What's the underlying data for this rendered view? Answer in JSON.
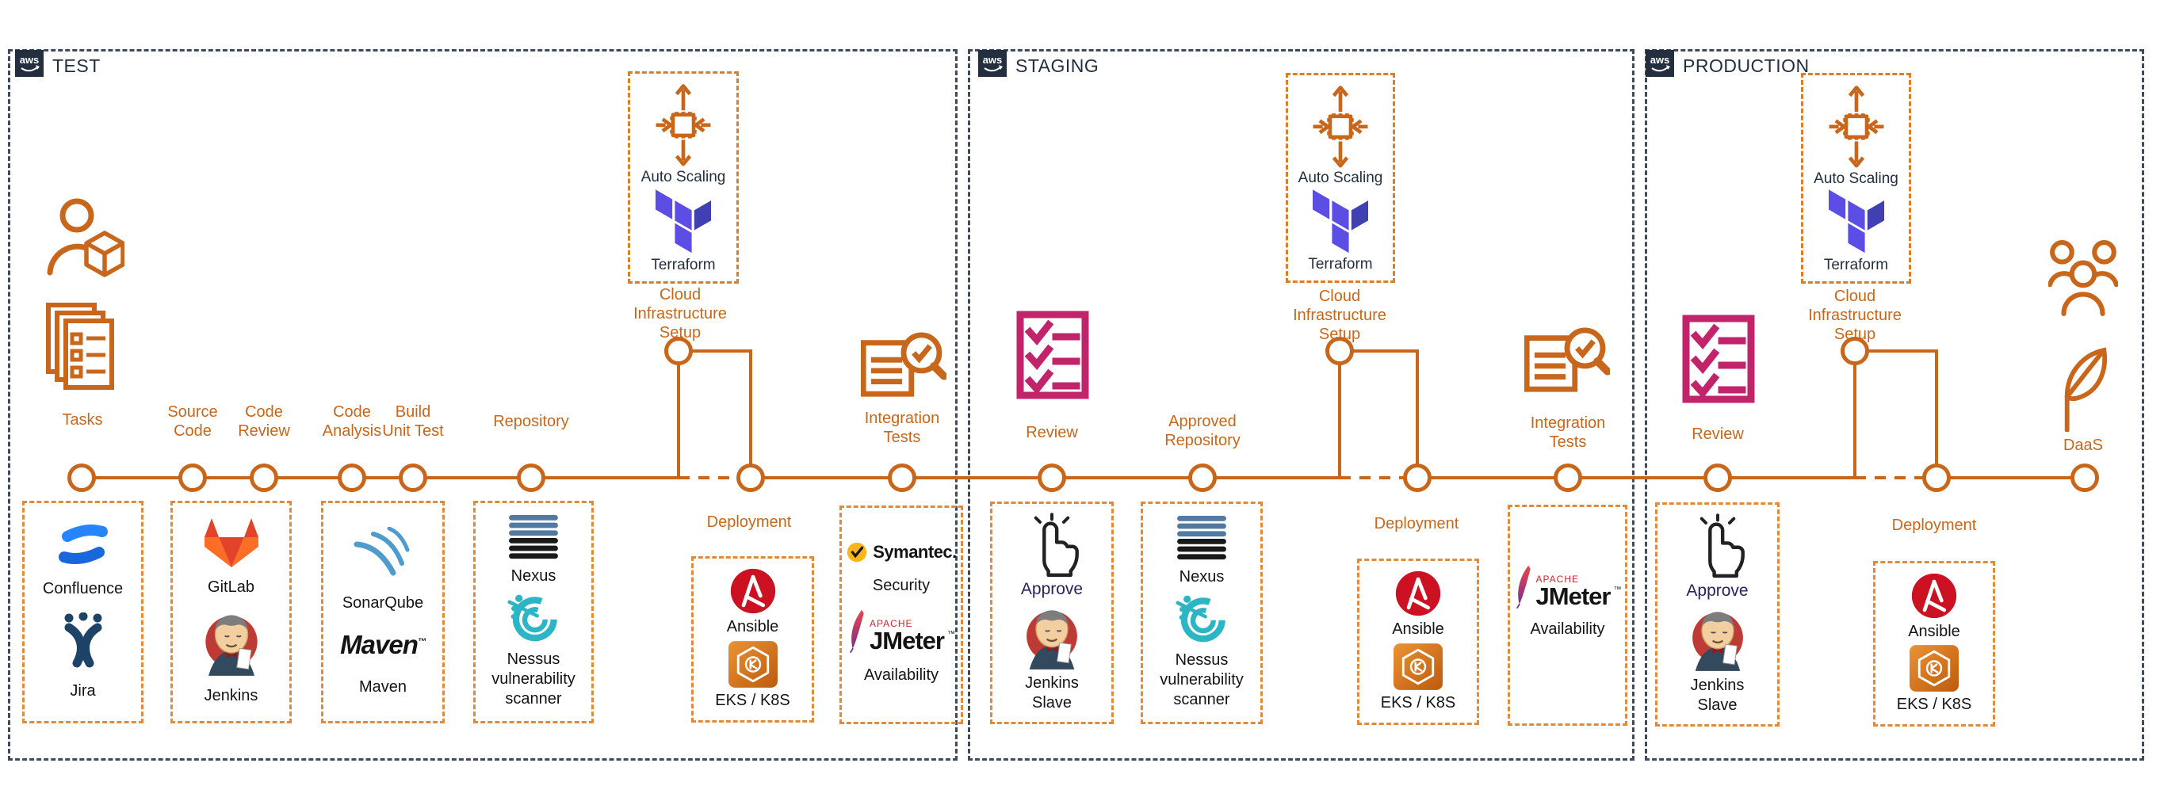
{
  "colors": {
    "orange": "#C8671B",
    "navy": "#232F3E",
    "magenta": "#C2246B",
    "box_dash": "#E08A3C"
  },
  "logos": {
    "aws": "aws",
    "maven": "Maven",
    "symantec": "Symantec.",
    "apache": "APACHE",
    "jmeter": "JMeter",
    "trademark": "™"
  },
  "test": {
    "title": "TEST",
    "milestones": {
      "tasks": "Tasks",
      "source_code": "Source\nCode",
      "code_review": "Code\nReview",
      "code_analysis": "Code\nAnalysis",
      "build_unit_test": "Build\nUnit Test",
      "repository": "Repository",
      "cloud_infrastructure_setup": "Cloud\nInfrastructure\nSetup",
      "deployment": "Deployment",
      "integration_tests": "Integration\nTests"
    },
    "infra": {
      "auto_scaling": "Auto Scaling",
      "terraform": "Terraform"
    },
    "tools": {
      "confluence": "Confluence",
      "jira": "Jira",
      "gitlab": "GitLab",
      "jenkins": "Jenkins",
      "sonarqube": "SonarQube",
      "maven": "Maven",
      "nexus": "Nexus",
      "nessus": "Nessus\nvulnerability\nscanner",
      "ansible": "Ansible",
      "eks": "EKS / K8S",
      "security": "Security",
      "availability": "Availability"
    }
  },
  "staging": {
    "title": "STAGING",
    "milestones": {
      "review": "Review",
      "approved_repository": "Approved\nRepository",
      "cloud_infrastructure_setup": "Cloud\nInfrastructure\nSetup",
      "deployment": "Deployment",
      "integration_tests": "Integration\nTests"
    },
    "infra": {
      "auto_scaling": "Auto Scaling",
      "terraform": "Terraform"
    },
    "tools": {
      "approve": "Approve",
      "jenkins_slave": "Jenkins\nSlave",
      "nexus": "Nexus",
      "nessus": "Nessus\nvulnerability\nscanner",
      "ansible": "Ansible",
      "eks": "EKS / K8S",
      "availability": "Availability"
    }
  },
  "production": {
    "title": "PRODUCTION",
    "milestones": {
      "review": "Review",
      "cloud_infrastructure_setup": "Cloud\nInfrastructure\nSetup",
      "deployment": "Deployment",
      "daas": "DaaS"
    },
    "infra": {
      "auto_scaling": "Auto Scaling",
      "terraform": "Terraform"
    },
    "tools": {
      "approve": "Approve",
      "jenkins_slave": "Jenkins\nSlave",
      "ansible": "Ansible",
      "eks": "EKS / K8S"
    }
  }
}
